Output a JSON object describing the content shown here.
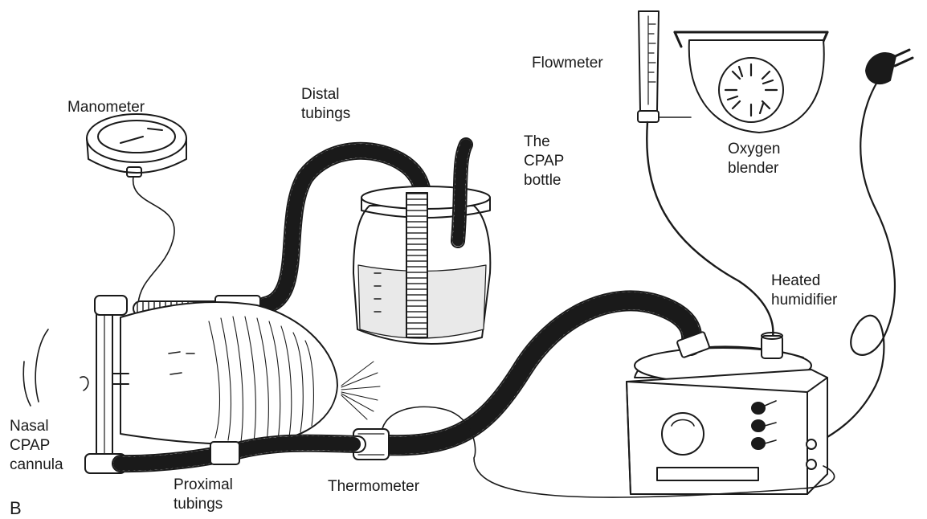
{
  "labels": {
    "manometer": "Manometer",
    "distal_tubings": "Distal\ntubings",
    "cpap_bottle": "The\nCPAP\nbottle",
    "flowmeter": "Flowmeter",
    "oxygen_blender": "Oxygen\nblender",
    "heated_humidifier": "Heated\nhumidifier",
    "nasal_cpap_cannula": "Nasal\nCPAP\ncannula",
    "proximal_tubings": "Proximal\ntubings",
    "thermometer": "Thermometer",
    "panel_letter": "B"
  },
  "colors": {
    "ink": "#1a1a1a",
    "paper": "#ffffff",
    "water": "#e9e9e9"
  }
}
